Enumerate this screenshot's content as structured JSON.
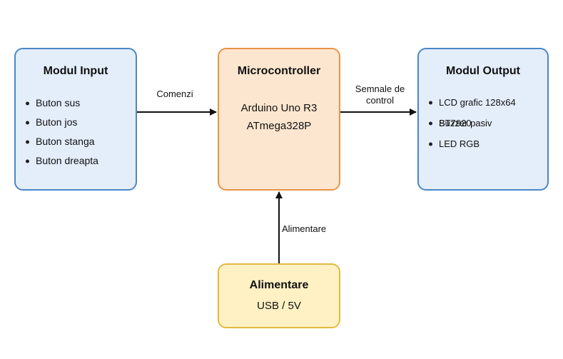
{
  "input_module": {
    "title": "Modul Input",
    "items": [
      "Buton sus",
      "Buton jos",
      "Buton stanga",
      "Buton dreapta"
    ]
  },
  "microcontroller": {
    "title": "Microcontroller",
    "board": "Arduino Uno R3",
    "chip": "ATmega328P"
  },
  "output_module": {
    "title": "Modul Output",
    "items": [
      "LCD grafic 128x64 ST7920",
      "Buzzer pasiv",
      "LED RGB"
    ]
  },
  "power_module": {
    "title": "Alimentare",
    "source": "USB / 5V"
  },
  "edges": {
    "input_to_mcu": "Comenzi",
    "mcu_to_output_line1": "Semnale de",
    "mcu_to_output_line2": "control",
    "power_to_mcu": "Alimentare"
  },
  "colors": {
    "input_fill": "#e4eefb",
    "input_border": "#4a86c8",
    "mcu_fill": "#fde6cf",
    "mcu_border": "#e79445",
    "power_fill": "#fff1c4",
    "power_border": "#e2b93f",
    "arrow": "#111111"
  }
}
